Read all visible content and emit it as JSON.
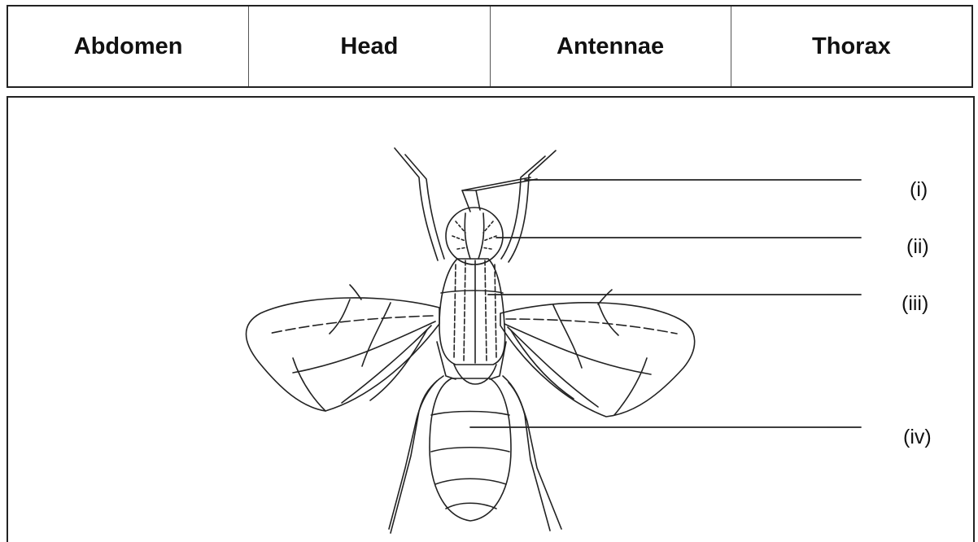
{
  "word_bank": {
    "words": [
      "Abdomen",
      "Head",
      "Antennae",
      "Thorax"
    ]
  },
  "diagram": {
    "labels": [
      "(i)",
      "(ii)",
      "(iii)",
      "(iv)"
    ]
  }
}
